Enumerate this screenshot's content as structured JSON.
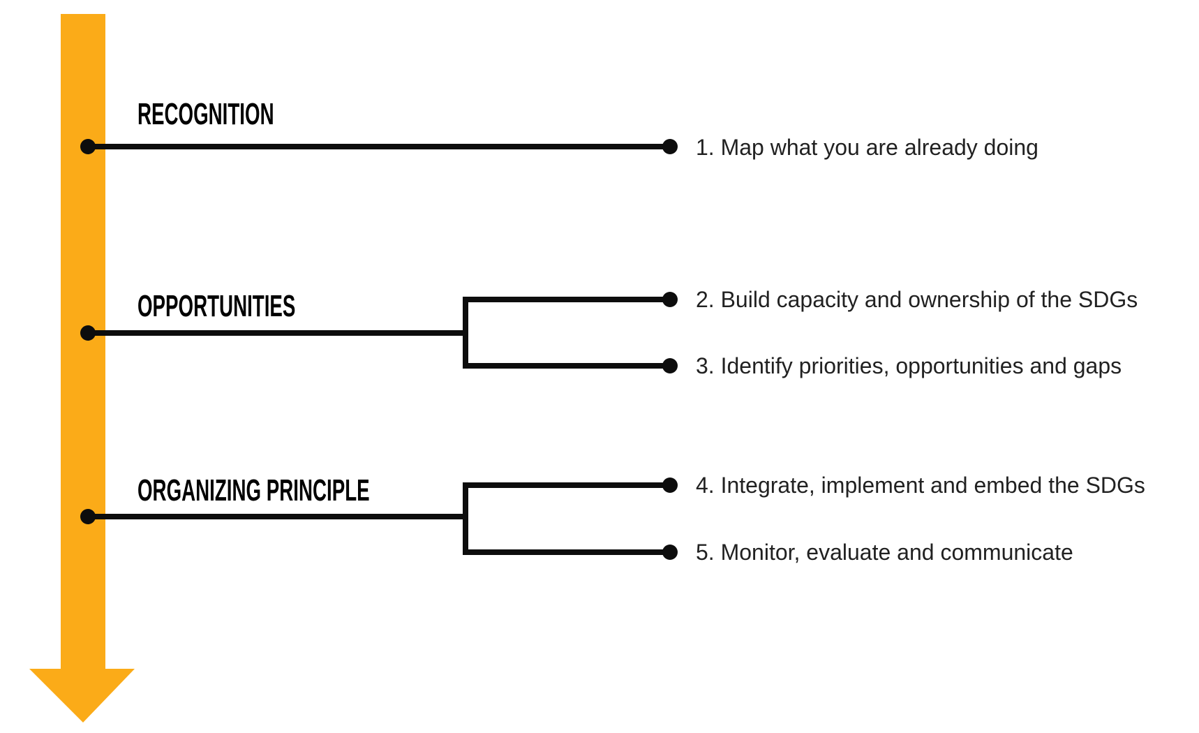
{
  "colors": {
    "accent_arrow": "#FBAB18",
    "connector_line": "#0d0d0d",
    "label_text": "#000000",
    "step_text": "#212121"
  },
  "diagram": {
    "arrow": {
      "direction": "down",
      "role": "timeline-flow"
    },
    "stages": [
      {
        "label": "RECOGNITION",
        "steps": [
          "1. Map what you are already doing"
        ]
      },
      {
        "label": "OPPORTUNITIES",
        "steps": [
          "2. Build capacity and ownership of the SDGs",
          "3. Identify priorities, opportunities and gaps"
        ]
      },
      {
        "label": "ORGANIZING PRINCIPLE",
        "steps": [
          "4. Integrate, implement and embed the SDGs",
          "5. Monitor, evaluate and communicate"
        ]
      }
    ]
  }
}
